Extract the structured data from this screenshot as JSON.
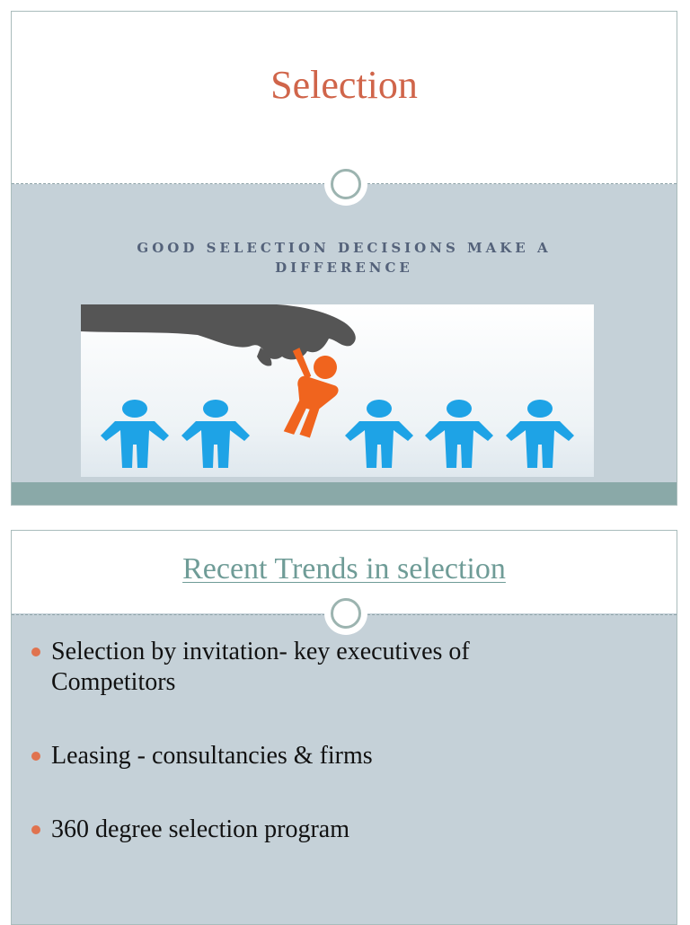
{
  "slide1": {
    "title": "Selection",
    "subtitle": "GOOD SELECTION DECISIONS MAKE A DIFFERENCE",
    "image_icon": "hand-picking-person-illustration"
  },
  "slide2": {
    "title": "Recent Trends in selection",
    "bullets": [
      {
        "line1": "Selection by invitation- key executives of",
        "line2": "Competitors"
      },
      {
        "line1": "Leasing  - consultancies & firms",
        "line2": ""
      },
      {
        "line1": "360 degree selection program",
        "line2": ""
      }
    ]
  },
  "colors": {
    "title_orange": "#d0654a",
    "title_teal": "#6f9c97",
    "body_bg": "#c5d1d8",
    "band": "#8aa9a8",
    "person_blue": "#1ea3e6",
    "person_orange": "#f0641e",
    "hand_gray": "#555555"
  }
}
